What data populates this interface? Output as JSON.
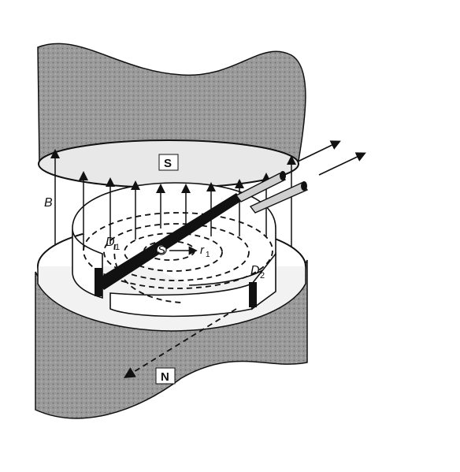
{
  "labels": {
    "north_pole": "N",
    "south_pole": "S",
    "field": "B",
    "dee_1": "D",
    "dee_1_sub": "1",
    "dee_2": "D",
    "dee_2_sub": "2",
    "source": "S",
    "radius": "r",
    "radius_sub": "1"
  },
  "colors": {
    "magnet_fill": "#8a8a8a",
    "ink": "#111111",
    "paper": "#ffffff",
    "plate": "#f2f2f2"
  }
}
